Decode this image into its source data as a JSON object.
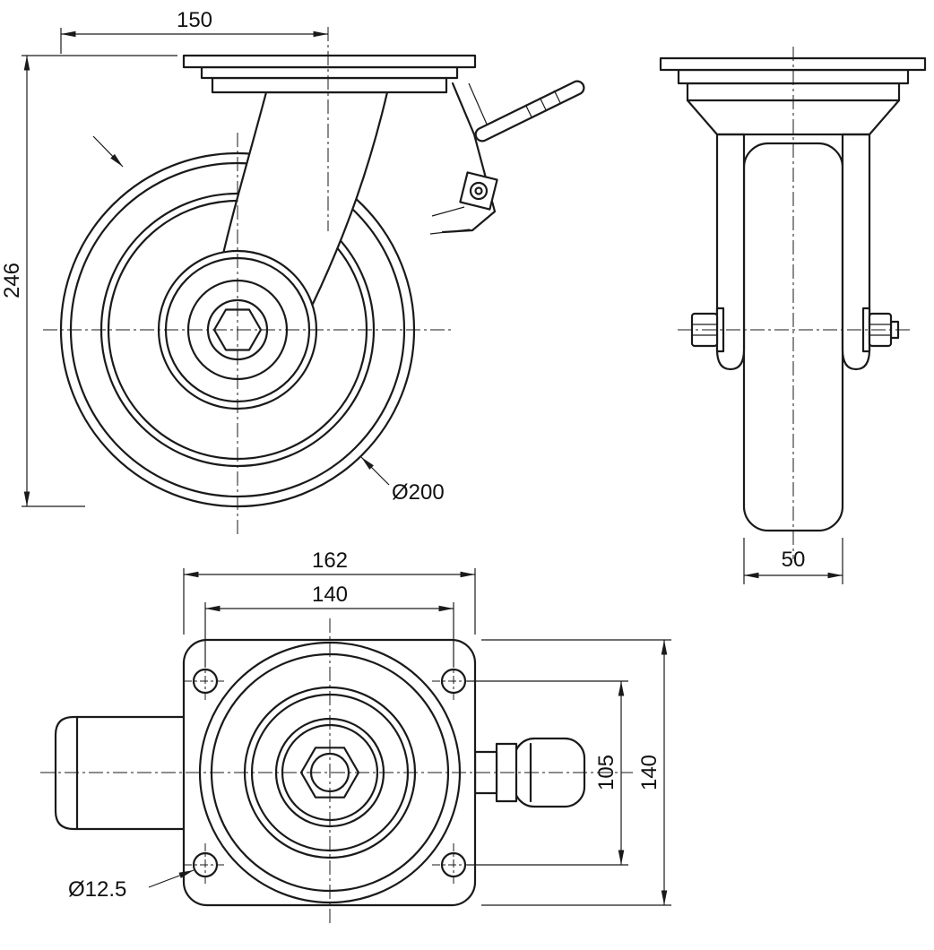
{
  "drawing": {
    "kind": "caster-wheel-technical-drawing",
    "background": "#ffffff",
    "line_color": "#1a1a1a",
    "front_view": {
      "swivel_offset_mm": "150",
      "total_height_mm": "246",
      "wheel_diameter": "Ø200"
    },
    "side_view": {
      "wheel_width_mm": "50"
    },
    "top_view": {
      "plate_length_mm": "162",
      "bolt_spacing_length_mm": "140",
      "bolt_spacing_width_mm": "105",
      "plate_width_mm": "140",
      "bolt_hole_diameter": "Ø12.5"
    }
  }
}
